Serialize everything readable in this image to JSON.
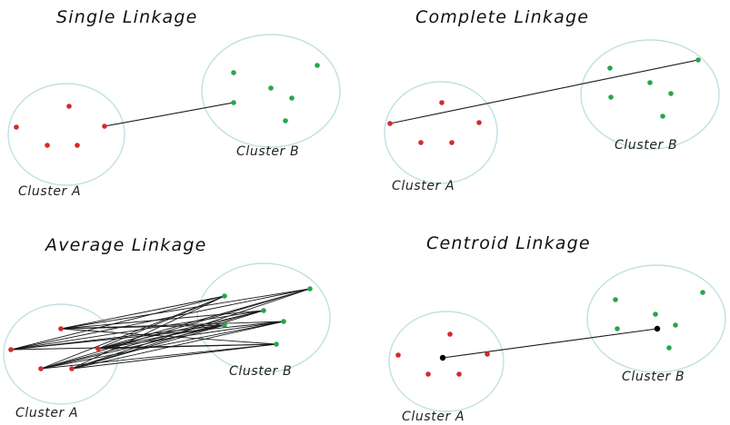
{
  "colors": {
    "cluster_a_point": "#d42a2a",
    "cluster_b_point": "#27a64a",
    "centroid": "#000000",
    "circle_outline": "#bfe0e4",
    "link_line": "#1a1a1a"
  },
  "panels": [
    {
      "id": "single",
      "title": "Single Linkage",
      "label_a": "Cluster A",
      "label_b": "Cluster B"
    },
    {
      "id": "complete",
      "title": "Complete Linkage",
      "label_a": "Cluster A",
      "label_b": "Cluster B"
    },
    {
      "id": "average",
      "title": "Average Linkage",
      "label_a": "Cluster A",
      "label_b": "Cluster B"
    },
    {
      "id": "centroid",
      "title": "Centroid Linkage",
      "label_a": "Cluster A",
      "label_b": "Cluster B"
    }
  ]
}
